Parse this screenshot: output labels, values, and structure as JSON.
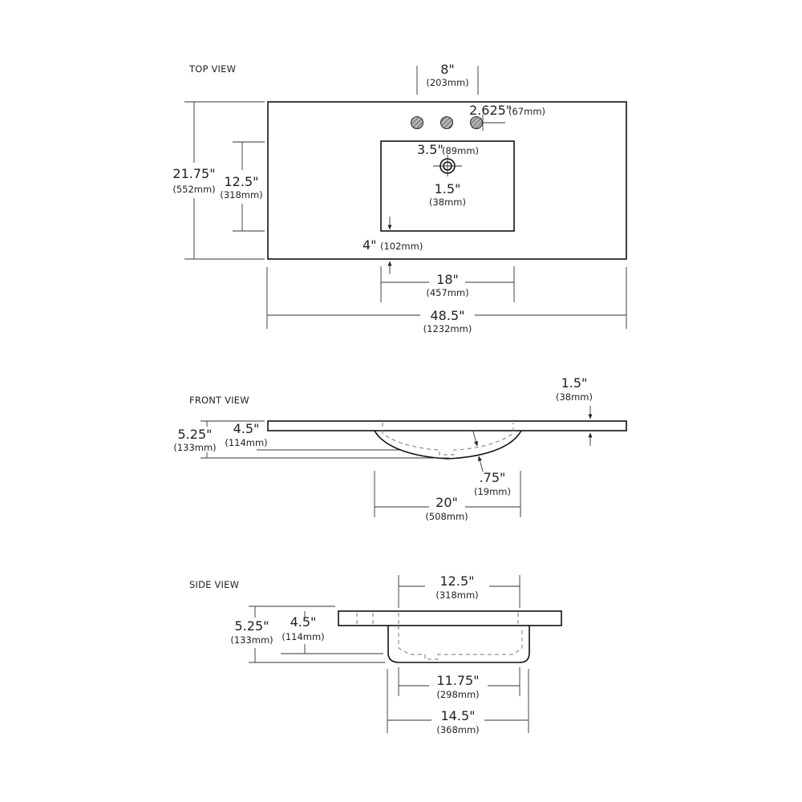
{
  "views": {
    "top": {
      "title": "TOP VIEW",
      "dims": {
        "faucet_spread": {
          "in": "8\"",
          "mm": "(203mm)"
        },
        "hole_offset": {
          "in": "2.625\"",
          "mm": "(67mm)"
        },
        "depth": {
          "in": "21.75\"",
          "mm": "(552mm)"
        },
        "bowl_depth": {
          "in": "12.5\"",
          "mm": "(318mm)"
        },
        "drain_setback": {
          "in": "3.5\"",
          "mm": "(89mm)"
        },
        "drain_dia": {
          "in": "1.5\"",
          "mm": "(38mm)"
        },
        "front_setback": {
          "in": "4\"",
          "mm": "(102mm)"
        },
        "bowl_width": {
          "in": "18\"",
          "mm": "(457mm)"
        },
        "overall_width": {
          "in": "48.5\"",
          "mm": "(1232mm)"
        }
      }
    },
    "front": {
      "title": "FRONT VIEW",
      "dims": {
        "slab_thickness": {
          "in": "1.5\"",
          "mm": "(38mm)"
        },
        "overall_height": {
          "in": "5.25\"",
          "mm": "(133mm)"
        },
        "bowl_height": {
          "in": "4.5\"",
          "mm": "(114mm)"
        },
        "wall": {
          "in": ".75\"",
          "mm": "(19mm)"
        },
        "bowl_length": {
          "in": "20\"",
          "mm": "(508mm)"
        }
      }
    },
    "side": {
      "title": "SIDE VIEW",
      "dims": {
        "top_width": {
          "in": "12.5\"",
          "mm": "(318mm)"
        },
        "overall_height": {
          "in": "5.25\"",
          "mm": "(133mm)"
        },
        "bowl_height": {
          "in": "4.5\"",
          "mm": "(114mm)"
        },
        "inner_bottom": {
          "in": "11.75\"",
          "mm": "(298mm)"
        },
        "outer_width": {
          "in": "14.5\"",
          "mm": "(368mm)"
        }
      }
    }
  }
}
